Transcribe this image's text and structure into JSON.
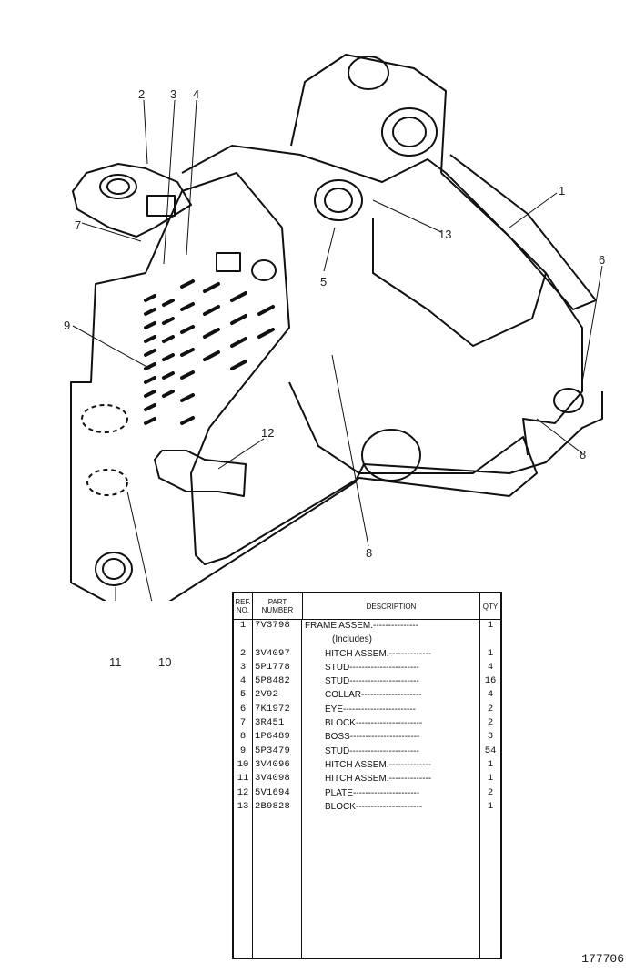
{
  "callouts": [
    {
      "id": "c1",
      "label": "1"
    },
    {
      "id": "c2",
      "label": "2"
    },
    {
      "id": "c3",
      "label": "3"
    },
    {
      "id": "c4",
      "label": "4"
    },
    {
      "id": "c5",
      "label": "5"
    },
    {
      "id": "c6",
      "label": "6"
    },
    {
      "id": "c7",
      "label": "7"
    },
    {
      "id": "c8a",
      "label": "8"
    },
    {
      "id": "c8b",
      "label": "8"
    },
    {
      "id": "c9",
      "label": "9"
    },
    {
      "id": "c10",
      "label": "10"
    },
    {
      "id": "c11",
      "label": "11"
    },
    {
      "id": "c12",
      "label": "12"
    },
    {
      "id": "c13",
      "label": "13"
    }
  ],
  "table": {
    "headers": {
      "ref": "REF. NO.",
      "part": "PART NUMBER",
      "desc": "DESCRIPTION",
      "qty": "QTY"
    },
    "rows": [
      {
        "ref": "1",
        "part": "7V3798",
        "desc": "FRAME ASSEM.---------------",
        "qty": "1"
      },
      {
        "ref": "",
        "part": "",
        "desc": "(Includes)",
        "qty": "",
        "includes": true
      },
      {
        "ref": "2",
        "part": "3V4097",
        "desc": "HITCH ASSEM.--------------",
        "qty": "1",
        "indent": true
      },
      {
        "ref": "3",
        "part": "5P1778",
        "desc": "STUD-----------------------",
        "qty": "4",
        "indent": true
      },
      {
        "ref": "4",
        "part": "5P8482",
        "desc": "STUD-----------------------",
        "qty": "16",
        "indent": true
      },
      {
        "ref": "5",
        "part": "2V92",
        "desc": "COLLAR--------------------",
        "qty": "4",
        "indent": true
      },
      {
        "ref": "6",
        "part": "7K1972",
        "desc": "EYE------------------------",
        "qty": "2",
        "indent": true
      },
      {
        "ref": "7",
        "part": "3R451",
        "desc": "BLOCK----------------------",
        "qty": "2",
        "indent": true
      },
      {
        "ref": "8",
        "part": "1P6489",
        "desc": "BOSS-----------------------",
        "qty": "3",
        "indent": true
      },
      {
        "ref": "9",
        "part": "5P3479",
        "desc": "STUD-----------------------",
        "qty": "54",
        "indent": true
      },
      {
        "ref": "10",
        "part": "3V4096",
        "desc": "HITCH ASSEM.--------------",
        "qty": "1",
        "indent": true
      },
      {
        "ref": "11",
        "part": "3V4098",
        "desc": "HITCH ASSEM.--------------",
        "qty": "1",
        "indent": true
      },
      {
        "ref": "12",
        "part": "5V1694",
        "desc": "PLATE----------------------",
        "qty": "2",
        "indent": true
      },
      {
        "ref": "13",
        "part": "2B9828",
        "desc": "BLOCK----------------------",
        "qty": "1",
        "indent": true
      }
    ]
  },
  "drawing_number": "177706"
}
